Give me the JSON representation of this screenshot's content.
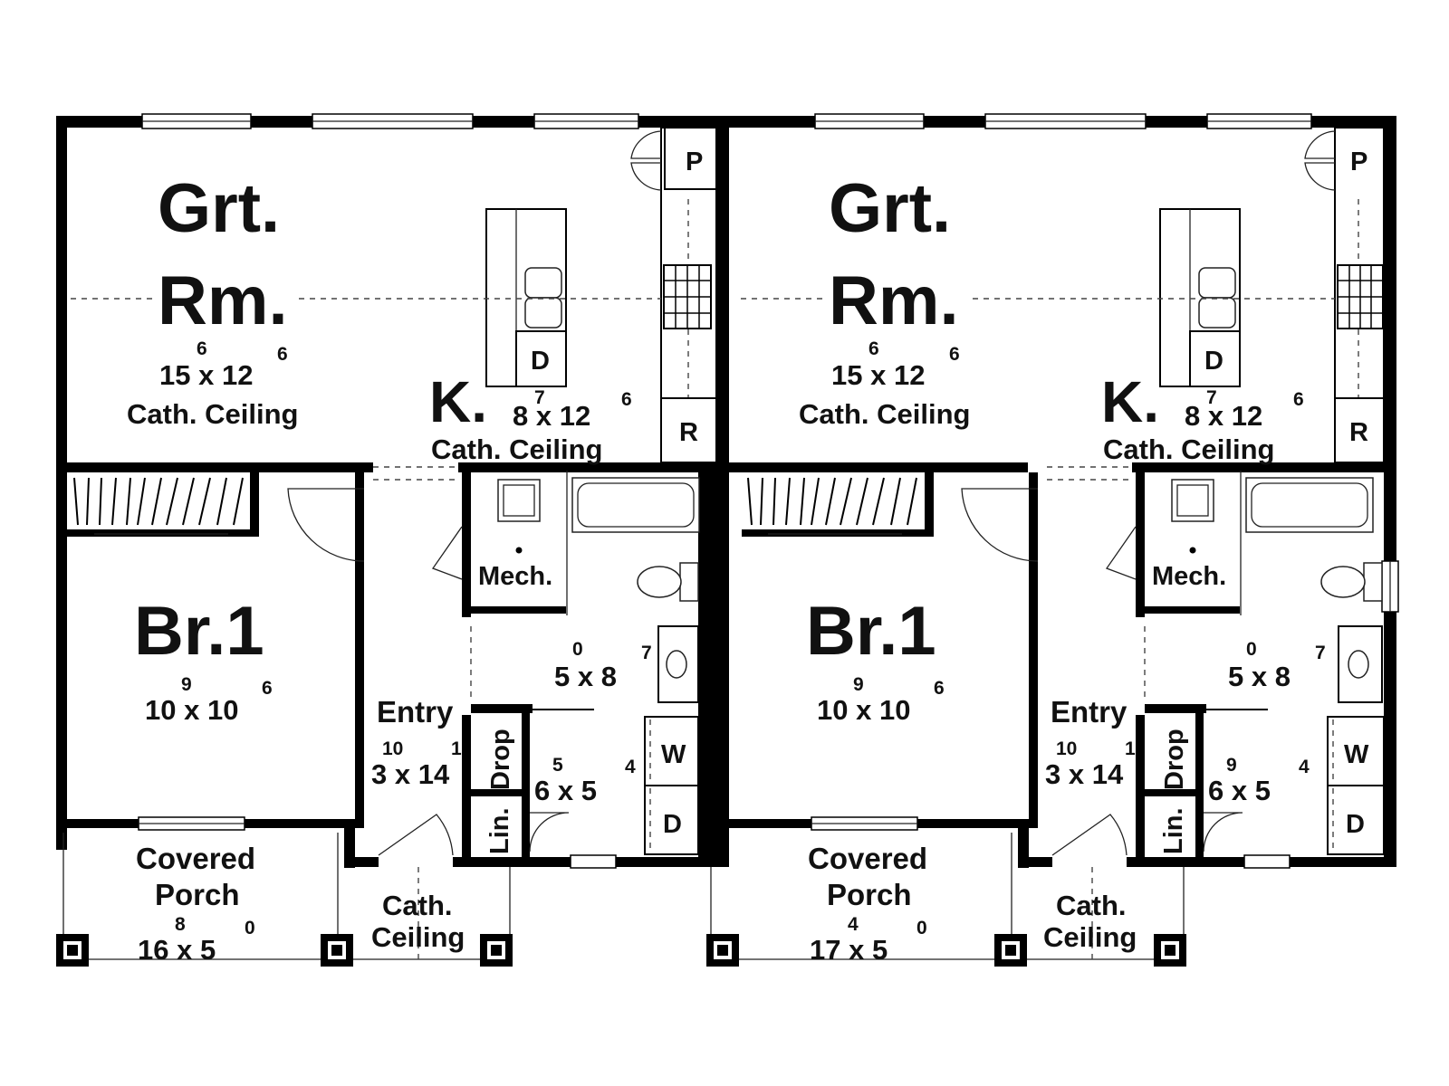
{
  "units": [
    {
      "great_room": {
        "name_line1": "Grt.",
        "name_line2": "Rm.",
        "size_main": "15 x 12",
        "size_sup_a": "6",
        "size_sup_b": "6",
        "note": "Cath. Ceiling"
      },
      "kitchen": {
        "name": "K.",
        "size_main": "8 x 12",
        "size_sup_a": "7",
        "size_sup_b": "6",
        "note": "Cath. Ceiling",
        "pantry": "P",
        "refrigerator": "R",
        "dishwasher": "D"
      },
      "bedroom": {
        "name": "Br.1",
        "size_main": "10 x 10",
        "size_sup_a": "9",
        "size_sup_b": "6"
      },
      "entry": {
        "name": "Entry",
        "size_main": "3 x 14",
        "size_sup_a": "10",
        "size_sup_b": "1"
      },
      "mech": {
        "name": "Mech."
      },
      "bath": {
        "size_main": "5 x 8",
        "size_sup_a": "0",
        "size_sup_b": "7"
      },
      "laundry": {
        "size_main": "6 x 5",
        "size_sup_a": "5",
        "size_sup_b": "4",
        "washer": "W",
        "dryer": "D"
      },
      "drop": {
        "name": "Drop"
      },
      "linen": {
        "name": "Lin."
      },
      "porch": {
        "name_line1": "Covered",
        "name_line2": "Porch",
        "size_main": "16 x 5",
        "size_sup_a": "8",
        "size_sup_b": "0"
      },
      "porch_ceiling": {
        "line1": "Cath.",
        "line2": "Ceiling"
      }
    },
    {
      "great_room": {
        "name_line1": "Grt.",
        "name_line2": "Rm.",
        "size_main": "15 x 12",
        "size_sup_a": "6",
        "size_sup_b": "6",
        "note": "Cath. Ceiling"
      },
      "kitchen": {
        "name": "K.",
        "size_main": "8 x 12",
        "size_sup_a": "7",
        "size_sup_b": "6",
        "note": "Cath. Ceiling",
        "pantry": "P",
        "refrigerator": "R",
        "dishwasher": "D"
      },
      "bedroom": {
        "name": "Br.1",
        "size_main": "10 x 10",
        "size_sup_a": "9",
        "size_sup_b": "6"
      },
      "entry": {
        "name": "Entry",
        "size_main": "3 x 14",
        "size_sup_a": "10",
        "size_sup_b": "1"
      },
      "mech": {
        "name": "Mech."
      },
      "bath": {
        "size_main": "5 x 8",
        "size_sup_a": "0",
        "size_sup_b": "7"
      },
      "laundry": {
        "size_main": "6 x 5",
        "size_sup_a": "9",
        "size_sup_b": "4",
        "washer": "W",
        "dryer": "D"
      },
      "drop": {
        "name": "Drop"
      },
      "linen": {
        "name": "Lin."
      },
      "porch": {
        "name_line1": "Covered",
        "name_line2": "Porch",
        "size_main": "17 x 5",
        "size_sup_a": "4",
        "size_sup_b": "0"
      },
      "porch_ceiling": {
        "line1": "Cath.",
        "line2": "Ceiling"
      }
    }
  ]
}
